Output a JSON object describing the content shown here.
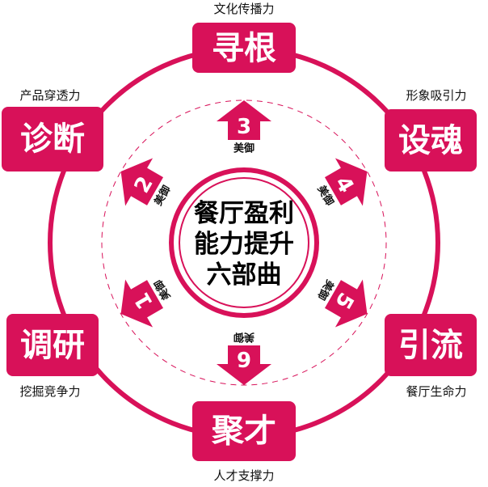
{
  "center_title": [
    "餐厅盈利",
    "能力提升",
    "六部曲"
  ],
  "stages": [
    {
      "title": "寻根",
      "caption": "文化传播力"
    },
    {
      "title": "设魂",
      "caption": "形象吸引力"
    },
    {
      "title": "引流",
      "caption": "餐厅生命力"
    },
    {
      "title": "聚才",
      "caption": "人才支撑力"
    },
    {
      "title": "调研",
      "caption": "挖掘竞争力"
    },
    {
      "title": "诊断",
      "caption": "产品穿透力"
    }
  ],
  "steps": [
    {
      "number": "1",
      "label": "美御"
    },
    {
      "number": "2",
      "label": "美御"
    },
    {
      "number": "3",
      "label": "美御"
    },
    {
      "number": "4",
      "label": "美御"
    },
    {
      "number": "5",
      "label": "美御"
    },
    {
      "number": "6",
      "label": "美御"
    }
  ],
  "colors": {
    "accent": "#d81159"
  }
}
